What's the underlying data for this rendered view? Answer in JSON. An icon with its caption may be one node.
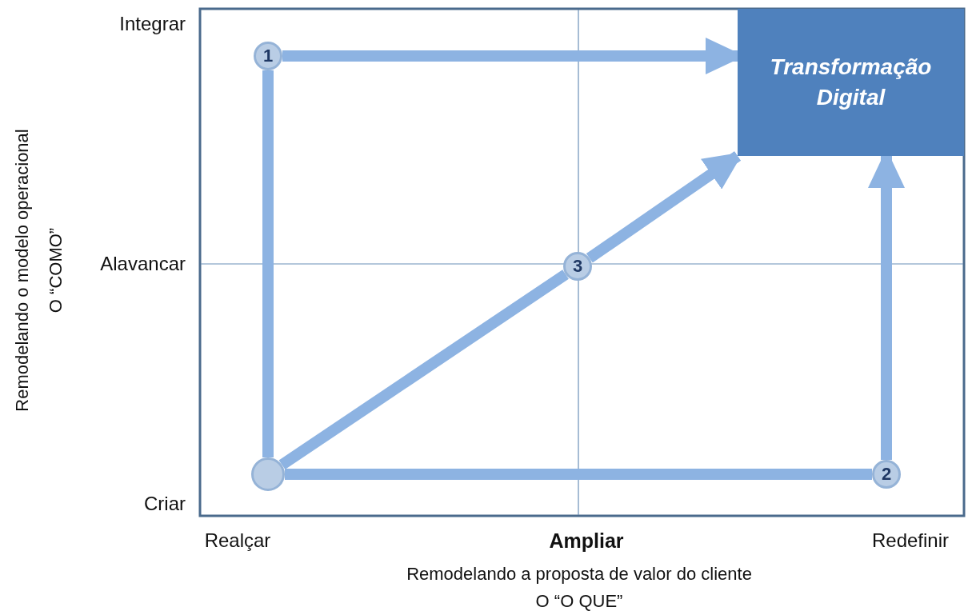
{
  "diagram": {
    "nodes": [
      {
        "text": [],
        "shape": "circle"
      },
      {
        "text": [
          "1"
        ]
      },
      {
        "text": [
          "2"
        ]
      },
      {
        "text": [
          "3"
        ]
      },
      {
        "text": [
          "Transformação Digital"
        ]
      }
    ],
    "edges": [
      {
        "from": 0,
        "to": 1,
        "arrow": "none"
      },
      {
        "from": 1,
        "to": 4,
        "arrow": "to"
      },
      {
        "from": 0,
        "to": 2,
        "arrow": "none"
      },
      {
        "from": 2,
        "to": 4,
        "arrow": "to"
      },
      {
        "from": 0,
        "to": 3,
        "arrow": "none"
      },
      {
        "from": 3,
        "to": 4,
        "arrow": "to"
      }
    ],
    "labels": [
      "Integrar",
      "Alavancar",
      "Criar",
      "Realçar",
      "Ampliar",
      "Redefinir",
      "Remodelando a proposta de valor do cliente",
      "O “O QUE”",
      "Remodelando o modelo operacional",
      "O “COMO”"
    ]
  }
}
